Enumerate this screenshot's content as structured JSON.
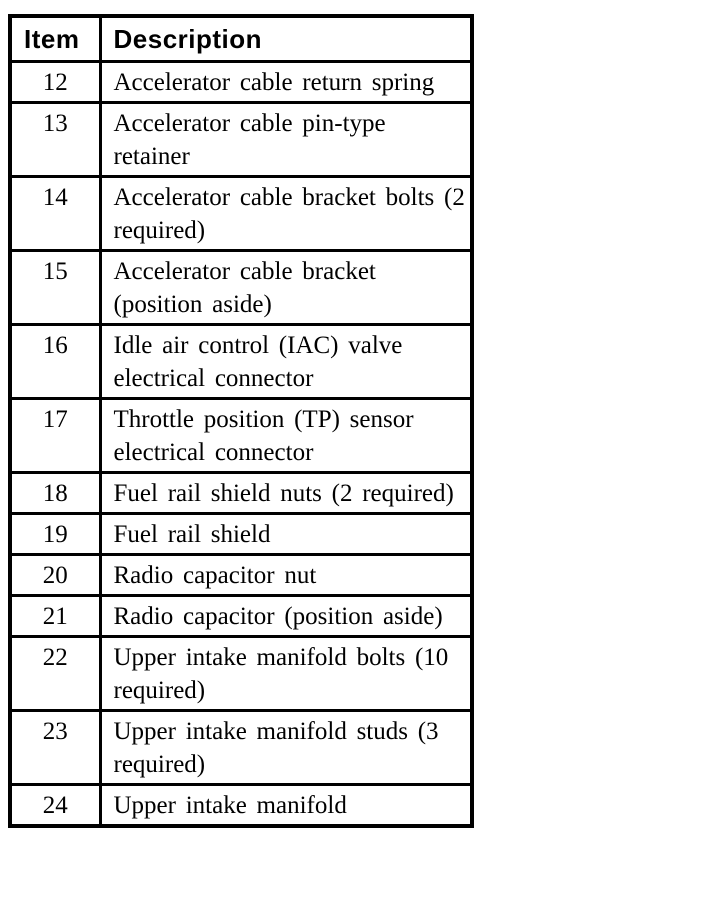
{
  "table": {
    "header": {
      "item": "Item",
      "description": "Description"
    },
    "rows": [
      {
        "item": "12",
        "description": "Accelerator cable return spring"
      },
      {
        "item": "13",
        "description": "Accelerator cable pin-type retainer"
      },
      {
        "item": "14",
        "description": "Accelerator cable bracket bolts (2 required)"
      },
      {
        "item": "15",
        "description": "Accelerator cable bracket (position aside)"
      },
      {
        "item": "16",
        "description": "Idle air control (IAC) valve electrical connector"
      },
      {
        "item": "17",
        "description": "Throttle position (TP) sensor electrical connector"
      },
      {
        "item": "18",
        "description": "Fuel rail shield nuts (2 required)"
      },
      {
        "item": "19",
        "description": "Fuel rail shield"
      },
      {
        "item": "20",
        "description": "Radio capacitor nut"
      },
      {
        "item": "21",
        "description": "Radio capacitor (position aside)"
      },
      {
        "item": "22",
        "description": "Upper intake manifold bolts (10 required)"
      },
      {
        "item": "23",
        "description": "Upper intake manifold studs (3 required)"
      },
      {
        "item": "24",
        "description": "Upper intake manifold"
      }
    ],
    "colors": {
      "border": "#000000",
      "text": "#000000",
      "background": "#ffffff"
    }
  }
}
